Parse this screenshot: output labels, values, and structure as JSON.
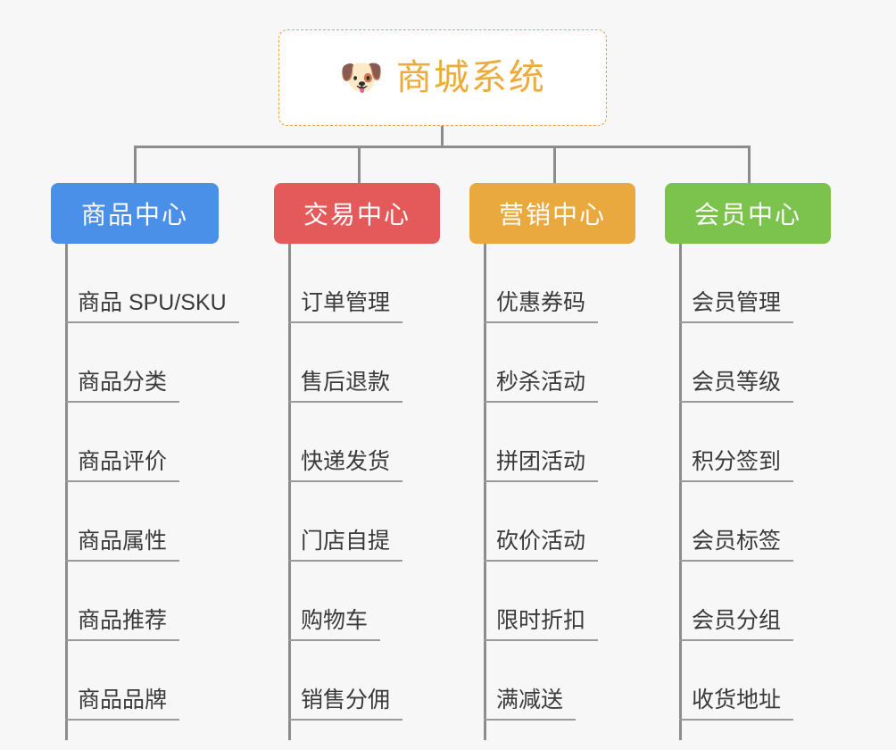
{
  "page": {
    "background_color": "#f7f7f7",
    "type": "mindmap"
  },
  "root": {
    "icon": "shiba-dog-emoji",
    "emoji": "🐶",
    "title": "商城系统",
    "text_color": "#edab3b",
    "border_color": "#e8a33d",
    "border_style": "dashed",
    "background_color": "#ffffff"
  },
  "connector": {
    "color": "#8c8c8c"
  },
  "branches": [
    {
      "id": "product-center",
      "label": "商品中心",
      "color": "#4a90e8",
      "items": [
        "商品 SPU/SKU",
        "商品分类",
        "商品评价",
        "商品属性",
        "商品推荐",
        "商品品牌"
      ]
    },
    {
      "id": "trade-center",
      "label": "交易中心",
      "color": "#e45a5a",
      "items": [
        "订单管理",
        "售后退款",
        "快递发货",
        "门店自提",
        "购物车",
        "销售分佣"
      ]
    },
    {
      "id": "marketing-center",
      "label": "营销中心",
      "color": "#eaa93e",
      "items": [
        "优惠券码",
        "秒杀活动",
        "拼团活动",
        "砍价活动",
        "限时折扣",
        "满减送"
      ]
    },
    {
      "id": "member-center",
      "label": "会员中心",
      "color": "#7bc34d",
      "items": [
        "会员管理",
        "会员等级",
        "积分签到",
        "会员标签",
        "会员分组",
        "收货地址"
      ]
    }
  ]
}
